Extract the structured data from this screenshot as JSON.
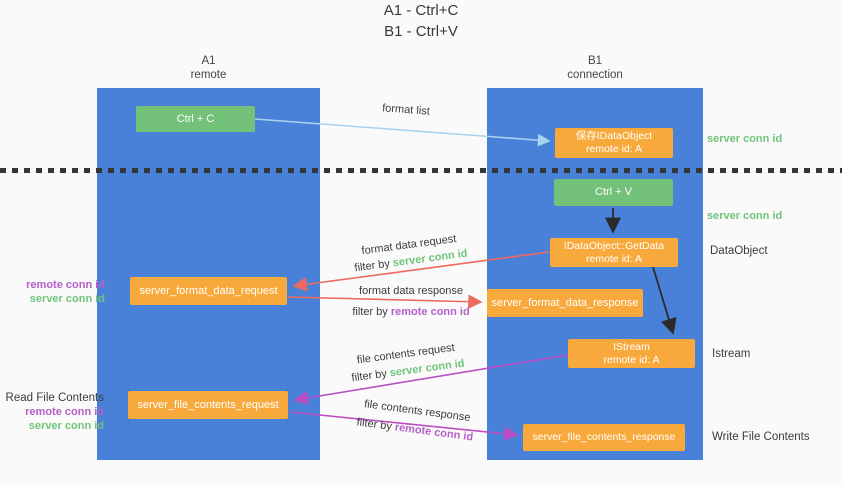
{
  "title": {
    "line1": "A1 - Ctrl+C",
    "line2": "B1 - Ctrl+V"
  },
  "lifelines": {
    "a1": {
      "name": "A1",
      "subtitle": "remote"
    },
    "b1": {
      "name": "B1",
      "subtitle": "connection"
    }
  },
  "nodes": {
    "ctrl_c": {
      "label": "Ctrl + C"
    },
    "save_idataobject": {
      "line1": "保存IDataObject",
      "line2": "remote id: A"
    },
    "ctrl_v": {
      "label": "Ctrl + V"
    },
    "idataobject_getdata": {
      "line1": "IDataObject::GetData",
      "line2": "remote id: A"
    },
    "server_format_data_request": {
      "label": "server_format_data_request"
    },
    "server_format_data_response": {
      "label": "server_format_data_response"
    },
    "istream": {
      "line1": "IStream",
      "line2": "remote id: A"
    },
    "server_file_contents_request": {
      "label": "server_file_contents_request"
    },
    "server_file_contents_response": {
      "label": "server_file_contents_response"
    }
  },
  "flow_labels": {
    "format_list": "format list",
    "format_data_request": {
      "text": "format data request",
      "filter_prefix": "filter by",
      "filter_key": "server conn id"
    },
    "format_data_response": {
      "text": "format data response",
      "filter_prefix": "filter by",
      "filter_key": "remote conn id"
    },
    "file_contents_request": {
      "text": "file contents request",
      "filter_prefix": "filter by",
      "filter_key": "server conn id"
    },
    "file_contents_response": {
      "text": "file contents response",
      "filter_prefix": "filter by",
      "filter_key": "remote conn id"
    }
  },
  "side_labels": {
    "right_server_conn_id_top": "server conn id",
    "right_server_conn_id_mid": "server conn id",
    "right_dataobject": "DataObject",
    "right_istream": "Istream",
    "right_write_file_contents": "Write File Contents",
    "left_remote_conn_id_top": "remote conn id",
    "left_server_conn_id_top": "server conn id",
    "left_read_file_contents": "Read File Contents",
    "left_remote_conn_id_bottom": "remote conn id",
    "left_server_conn_id_bottom": "server conn id"
  },
  "colors": {
    "lifeline_blue": "#4a81d8",
    "action_green": "#74c27a",
    "message_orange": "#f8a93b",
    "arrow_red": "#ee6a5f",
    "arrow_magenta": "#ba4ec4",
    "arrow_lightblue": "#a8d4ee",
    "arrow_black": "#2b2b2b",
    "label_green": "#6fc47a",
    "label_purple": "#b55fc8"
  }
}
